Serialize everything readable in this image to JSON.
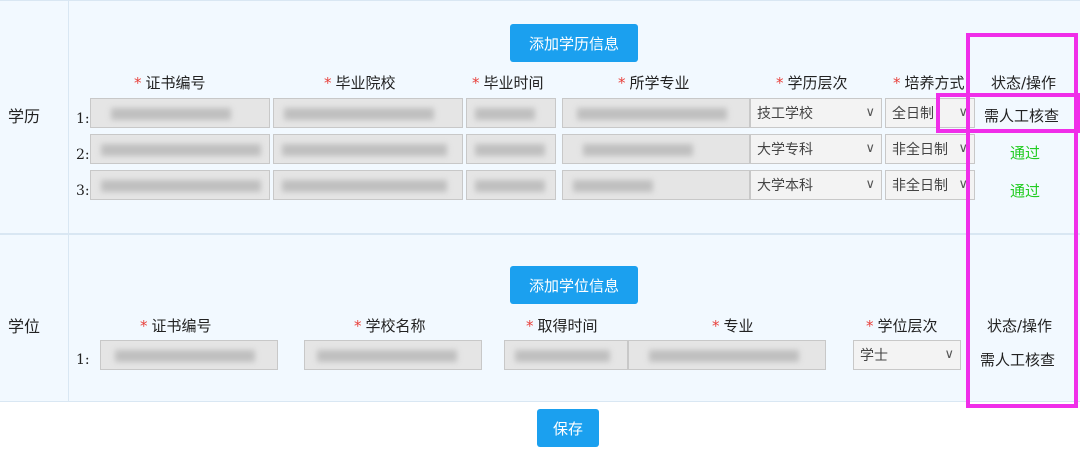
{
  "education": {
    "section_label": "学历",
    "add_button": "添加学历信息",
    "columns": [
      "证书编号",
      "毕业院校",
      "毕业时间",
      "所学专业",
      "学历层次",
      "培养方式",
      "状态/操作"
    ],
    "rows": [
      {
        "num": "1:",
        "level": "技工学校",
        "mode": "全日制",
        "status": "需人工核查",
        "status_type": "manual"
      },
      {
        "num": "2:",
        "level": "大学专科",
        "mode": "非全日制",
        "status": "通过",
        "status_type": "pass"
      },
      {
        "num": "3:",
        "level": "大学本科",
        "mode": "非全日制",
        "status": "通过",
        "status_type": "pass"
      }
    ]
  },
  "degree": {
    "section_label": "学位",
    "add_button": "添加学位信息",
    "columns": [
      "证书编号",
      "学校名称",
      "取得时间",
      "专业",
      "学位层次",
      "状态/操作"
    ],
    "rows": [
      {
        "num": "1:",
        "level": "学士",
        "status": "需人工核查",
        "status_type": "manual"
      }
    ]
  },
  "save_button": "保存",
  "colors": {
    "accent": "#1ba0ef",
    "pass": "#22cc22",
    "required": "#e8413c",
    "highlight": "#f02ee9"
  },
  "icons": {
    "select_arrow": "chevron-down-icon"
  }
}
